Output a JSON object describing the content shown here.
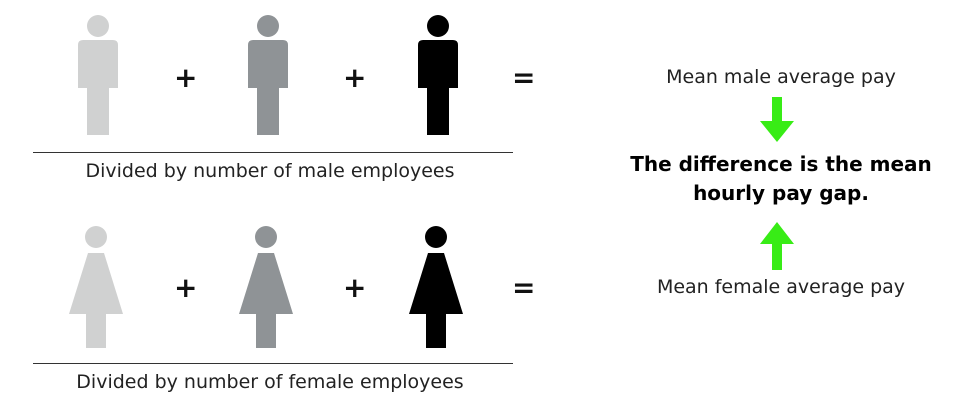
{
  "colors": {
    "light_gray": "#d0d1d1",
    "mid_gray": "#8f9396",
    "black": "#000000",
    "arrow_green": "#38ec16"
  },
  "male_row": {
    "figures": [
      {
        "icon": "male-figure-icon",
        "color": "#d0d1d1"
      },
      {
        "icon": "male-figure-icon",
        "color": "#8f9396"
      },
      {
        "icon": "male-figure-icon",
        "color": "#000000"
      }
    ],
    "operators": [
      "+",
      "+",
      "="
    ],
    "caption": "Divided by number of male employees"
  },
  "female_row": {
    "figures": [
      {
        "icon": "female-figure-icon",
        "color": "#d0d1d1"
      },
      {
        "icon": "female-figure-icon",
        "color": "#8f9396"
      },
      {
        "icon": "female-figure-icon",
        "color": "#000000"
      }
    ],
    "operators": [
      "+",
      "+",
      "="
    ],
    "caption": "Divided by number of female employees"
  },
  "right": {
    "male_mean": "Mean male average pay",
    "gap_line1": "The difference is the mean",
    "gap_line2": "hourly pay gap.",
    "female_mean": "Mean female average pay",
    "arrow_down_icon": "arrow-down-icon",
    "arrow_up_icon": "arrow-up-icon"
  }
}
